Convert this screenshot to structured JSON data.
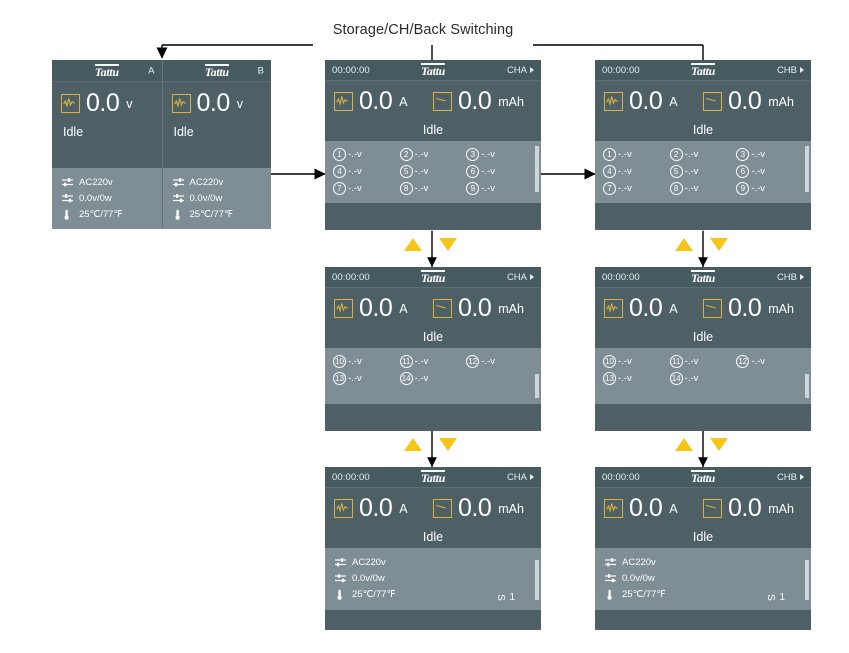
{
  "diagram": {
    "title": "Storage/CH/Back Switching"
  },
  "dual_panel": {
    "left": {
      "brand": "Tattu",
      "channel_tag": "A",
      "value": "0.0",
      "unit": "v",
      "status": "Idle",
      "info": [
        {
          "icon": "ac-input-icon",
          "text": "AC220v"
        },
        {
          "icon": "dc-output-icon",
          "text": "0.0v/0w"
        },
        {
          "icon": "temperature-icon",
          "text": "25℃/77℉"
        }
      ]
    },
    "right": {
      "brand": "Tattu",
      "channel_tag": "B",
      "value": "0.0",
      "unit": "v",
      "status": "Idle",
      "info": [
        {
          "icon": "ac-input-icon",
          "text": "AC220v"
        },
        {
          "icon": "dc-output-icon",
          "text": "0.0v/0w"
        },
        {
          "icon": "temperature-icon",
          "text": "25℃/77℉"
        }
      ]
    }
  },
  "screens": {
    "cha_cells_1_9": {
      "clock": "00:00:00",
      "brand": "Tattu",
      "channel": "CHA",
      "current": {
        "value": "0.0",
        "unit": "A",
        "icon": "waveform-icon"
      },
      "capacity": {
        "value": "0.0",
        "unit": "mAh",
        "icon": "capacity-icon"
      },
      "status": "Idle",
      "cells": [
        {
          "n": "1",
          "v": "-.-v"
        },
        {
          "n": "2",
          "v": "-.-v"
        },
        {
          "n": "3",
          "v": "-.-v"
        },
        {
          "n": "4",
          "v": "-.-v"
        },
        {
          "n": "5",
          "v": "-.-v"
        },
        {
          "n": "6",
          "v": "-.-v"
        },
        {
          "n": "7",
          "v": "-.-v"
        },
        {
          "n": "8",
          "v": "-.-v"
        },
        {
          "n": "9",
          "v": "-.-v"
        }
      ]
    },
    "chb_cells_1_9": {
      "clock": "00:00:00",
      "brand": "Tattu",
      "channel": "CHB",
      "current": {
        "value": "0.0",
        "unit": "A",
        "icon": "waveform-icon"
      },
      "capacity": {
        "value": "0.0",
        "unit": "mAh",
        "icon": "capacity-icon"
      },
      "status": "Idle",
      "cells": [
        {
          "n": "1",
          "v": "-.-v"
        },
        {
          "n": "2",
          "v": "-.-v"
        },
        {
          "n": "3",
          "v": "-.-v"
        },
        {
          "n": "4",
          "v": "-.-v"
        },
        {
          "n": "5",
          "v": "-.-v"
        },
        {
          "n": "6",
          "v": "-.-v"
        },
        {
          "n": "7",
          "v": "-.-v"
        },
        {
          "n": "8",
          "v": "-.-v"
        },
        {
          "n": "9",
          "v": "-.-v"
        }
      ]
    },
    "cha_cells_10_14": {
      "clock": "00:00:00",
      "brand": "Tattu",
      "channel": "CHA",
      "current": {
        "value": "0.0",
        "unit": "A",
        "icon": "waveform-icon"
      },
      "capacity": {
        "value": "0.0",
        "unit": "mAh",
        "icon": "capacity-icon"
      },
      "status": "Idle",
      "cells": [
        {
          "n": "10",
          "v": "-.-v"
        },
        {
          "n": "11",
          "v": "-.-v"
        },
        {
          "n": "12",
          "v": "-.-v"
        },
        {
          "n": "13",
          "v": "-.-v"
        },
        {
          "n": "14",
          "v": "-.-v"
        }
      ]
    },
    "chb_cells_10_14": {
      "clock": "00:00:00",
      "brand": "Tattu",
      "channel": "CHB",
      "current": {
        "value": "0.0",
        "unit": "A",
        "icon": "waveform-icon"
      },
      "capacity": {
        "value": "0.0",
        "unit": "mAh",
        "icon": "capacity-icon"
      },
      "status": "Idle",
      "cells": [
        {
          "n": "10",
          "v": "-.-v"
        },
        {
          "n": "11",
          "v": "-.-v"
        },
        {
          "n": "12",
          "v": "-.-v"
        },
        {
          "n": "13",
          "v": "-.-v"
        },
        {
          "n": "14",
          "v": "-.-v"
        }
      ]
    },
    "cha_info": {
      "clock": "00:00:00",
      "brand": "Tattu",
      "channel": "CHA",
      "current": {
        "value": "0.0",
        "unit": "A",
        "icon": "waveform-icon"
      },
      "capacity": {
        "value": "0.0",
        "unit": "mAh",
        "icon": "capacity-icon"
      },
      "status": "Idle",
      "info": [
        {
          "icon": "ac-input-icon",
          "text": "AC220v"
        },
        {
          "icon": "dc-output-icon",
          "text": "0.0v/0w"
        },
        {
          "icon": "temperature-icon",
          "text": "25℃/77℉"
        }
      ],
      "series_label": "S",
      "series_value": "1"
    },
    "chb_info": {
      "clock": "00:00:00",
      "brand": "Tattu",
      "channel": "CHB",
      "current": {
        "value": "0.0",
        "unit": "A",
        "icon": "waveform-icon"
      },
      "capacity": {
        "value": "0.0",
        "unit": "mAh",
        "icon": "capacity-icon"
      },
      "status": "Idle",
      "info": [
        {
          "icon": "ac-input-icon",
          "text": "AC220v"
        },
        {
          "icon": "dc-output-icon",
          "text": "0.0v/0w"
        },
        {
          "icon": "temperature-icon",
          "text": "25℃/77℉"
        }
      ],
      "series_label": "S",
      "series_value": "1"
    }
  },
  "colors": {
    "screen_bg": "#4e6066",
    "header_bg": "#455b60",
    "cells_bg": "#7f8d94",
    "accent_yellow": "#d8b33c",
    "arrow_yellow": "#f5c518",
    "text": "#ffffff"
  }
}
